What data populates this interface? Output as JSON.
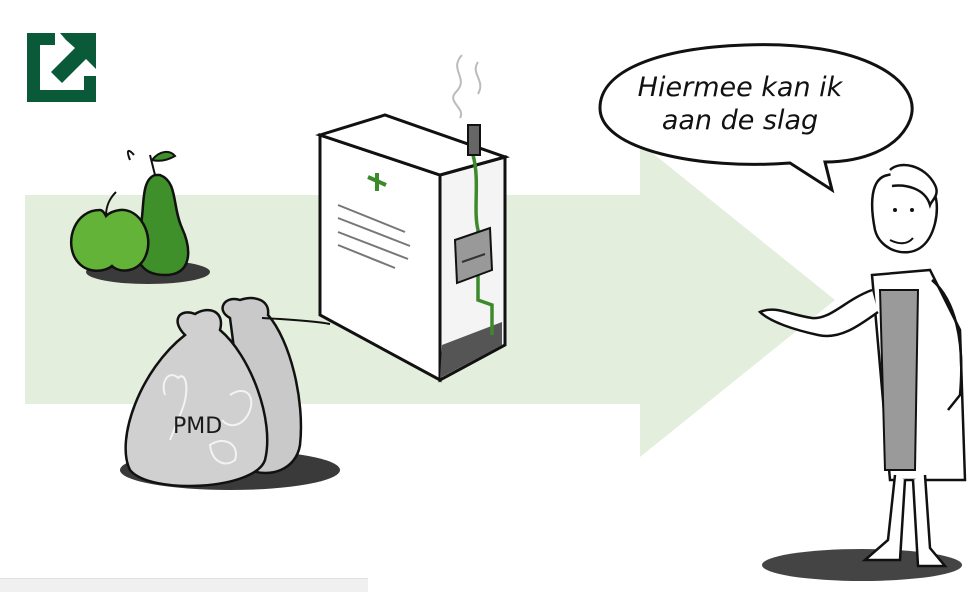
{
  "speech": {
    "line1": "Hiermee kan ik",
    "line2": "aan de slag"
  },
  "bag": {
    "label": "PMD"
  },
  "colors": {
    "brand_green": "#0a5a3a",
    "arrow_fill": "#e4eedc",
    "device_green": "#3c8a2c",
    "fruit_green": "#4f9a2a"
  },
  "icons": {
    "logo": "external-link-icon",
    "fruit": "apple-pear-icon",
    "bags": "waste-bag-icon",
    "device": "composting-device-icon",
    "person": "scientist-icon"
  }
}
